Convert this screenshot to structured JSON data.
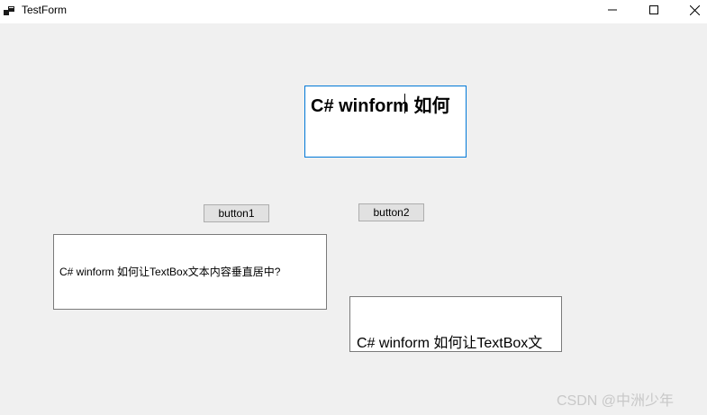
{
  "window": {
    "title": "TestForm",
    "icons": {
      "app": "form-icon",
      "minimize": "minimize-icon",
      "maximize": "maximize-icon",
      "close": "close-icon"
    }
  },
  "textboxes": {
    "top": {
      "value": "C# winform 如何"
    },
    "left": {
      "value": "C# winform 如何让TextBox文本内容垂直居中?"
    },
    "bottom": {
      "value": "C# winform 如何让TextBox文"
    }
  },
  "buttons": {
    "button1": {
      "label": "button1"
    },
    "button2": {
      "label": "button2"
    }
  },
  "watermark": "CSDN @中洲少年",
  "colors": {
    "focus_border": "#0078d7",
    "form_bg": "#f0f0f0",
    "button_bg": "#e1e1e1"
  }
}
